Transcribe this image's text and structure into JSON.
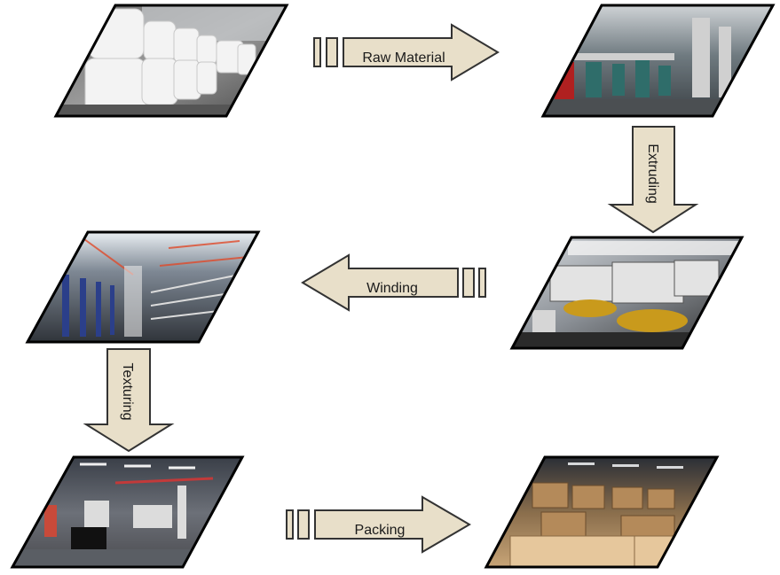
{
  "process": {
    "steps": [
      {
        "id": "raw-material",
        "label": "Raw Material"
      },
      {
        "id": "extruding",
        "label": "Extruding"
      },
      {
        "id": "winding",
        "label": "Winding"
      },
      {
        "id": "texturing",
        "label": "Texturing"
      },
      {
        "id": "packing",
        "label": "Packing"
      }
    ]
  },
  "colors": {
    "arrow_fill": "#e8dfc9",
    "arrow_stroke": "#333333",
    "frame_stroke": "#000000"
  }
}
